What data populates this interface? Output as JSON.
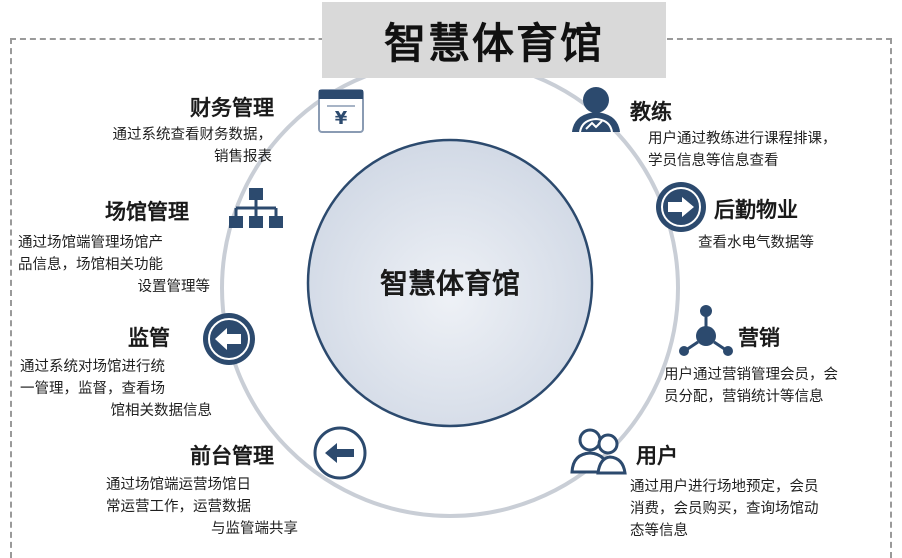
{
  "title": "智慧体育馆",
  "center": "智慧体育馆",
  "modules": {
    "finance": {
      "title": "财务管理",
      "desc": [
        "通过系统查看财务数据，",
        "销售报表"
      ]
    },
    "venue": {
      "title": "场馆管理",
      "desc": [
        "通过场馆端管理场馆产",
        "品信息，场馆相关功能",
        "设置管理等"
      ]
    },
    "monitor": {
      "title": "监管",
      "desc": [
        "通过系统对场馆进行统",
        "一管理，监督，查看场",
        "馆相关数据信息"
      ]
    },
    "front": {
      "title": "前台管理",
      "desc": [
        "通过场馆端运营场馆日",
        "常运营工作，运营数据",
        "与监管端共享"
      ]
    },
    "coach": {
      "title": "教练",
      "desc": [
        "用户通过教练进行课程排课，",
        "学员信息等信息查看"
      ]
    },
    "logistics": {
      "title": "后勤物业",
      "desc": [
        "查看水电气数据等"
      ]
    },
    "marketing": {
      "title": "营销",
      "desc": [
        "用户通过营销管理会员，会",
        "员分配，营销统计等信息"
      ]
    },
    "user": {
      "title": "用户",
      "desc": [
        "通过用户进行场地预定，会员",
        "消费，会员购买，查询场馆动",
        "态等信息"
      ]
    }
  },
  "colors": {
    "navy": "#2c4a6e",
    "circle_fill": "#dde3ee",
    "ring": "#c9ced6"
  }
}
